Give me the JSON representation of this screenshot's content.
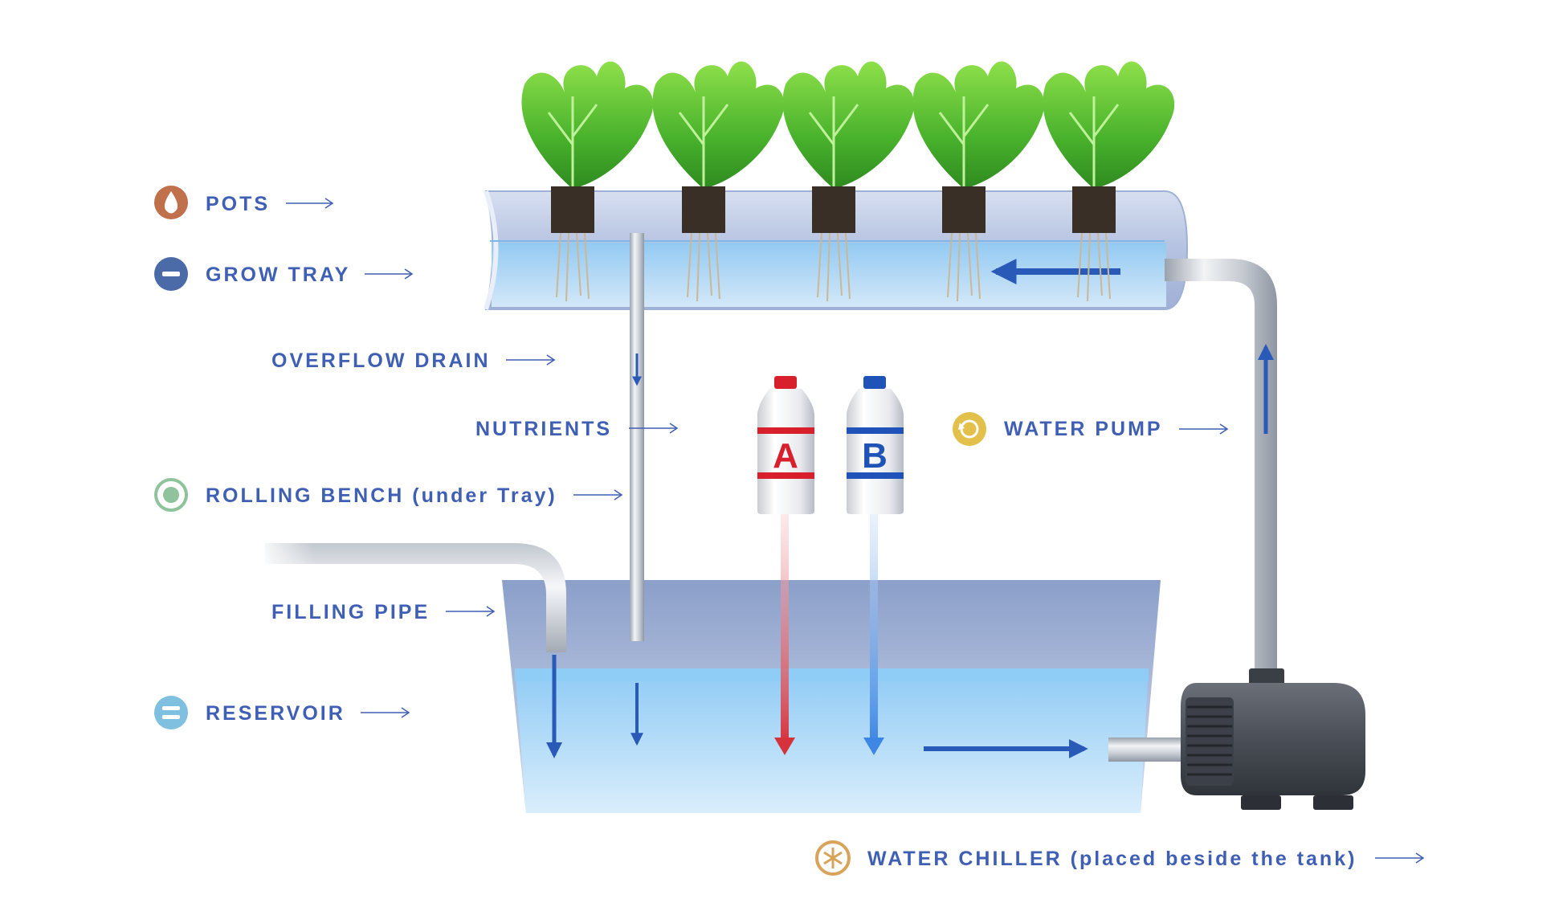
{
  "labels": {
    "pots": "POTS",
    "grow_tray": "GROW TRAY",
    "overflow_drain": "OVERFLOW DRAIN",
    "nutrients": "NUTRIENTS",
    "rolling_bench": "ROLLING BENCH (under Tray)",
    "filling_pipe": "FILLING PIPE",
    "reservoir": "RESERVOIR",
    "water_pump": "WATER PUMP",
    "water_chiller": "WATER CHILLER (placed beside the tank)"
  },
  "bottles": {
    "a": "A",
    "b": "B"
  },
  "icons": {
    "pots": "water-drop-icon",
    "grow_tray": "minus-circle-icon",
    "rolling_bench": "target-circle-icon",
    "reservoir": "equals-circle-icon",
    "water_pump": "rotate-circle-icon",
    "water_chiller": "snowflake-icon"
  },
  "colors": {
    "label_text": "#3f5fb4",
    "pots_icon": "#c0704a",
    "grow_tray_icon": "#4a6aa8",
    "rolling_bench_icon": "#8fc39b",
    "reservoir_icon": "#7fc0e0",
    "water_pump_icon": "#e2c04a",
    "water_chiller_icon": "#d9a35a",
    "bottle_a": "#d8202c",
    "bottle_b": "#1f53b8",
    "flow_arrow": "#2a5ab8",
    "water": "#a9d6f5"
  }
}
